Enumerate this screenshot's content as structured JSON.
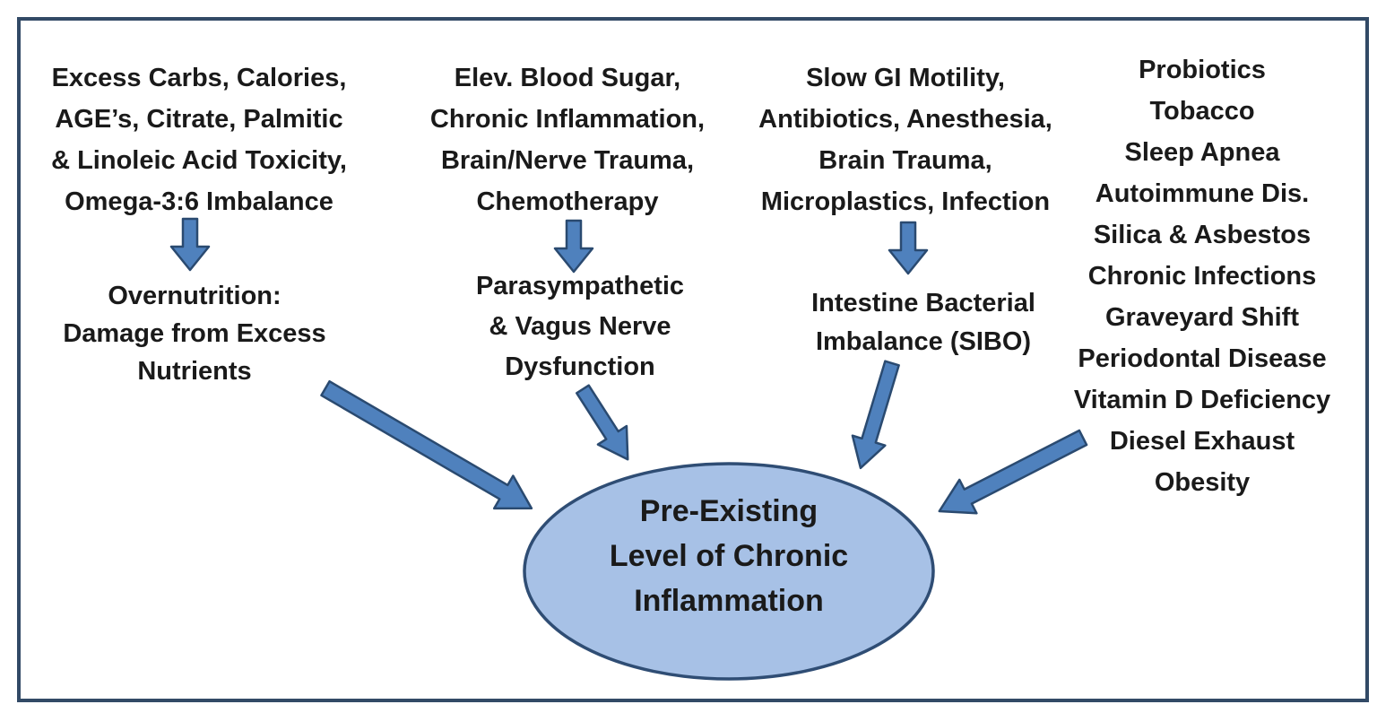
{
  "colors": {
    "arrow_fill": "#4f81bd",
    "arrow_stroke": "#2a4a70",
    "ellipse_fill": "#a7c1e6",
    "ellipse_stroke": "#2f4d74",
    "frame_border": "#324a66",
    "text": "#1a1a1a"
  },
  "causes": {
    "col1": {
      "top": [
        "Excess Carbs, Calories,",
        "AGE’s, Citrate, Palmitic",
        "& Linoleic Acid Toxicity,",
        "Omega-3:6 Imbalance"
      ],
      "bottom": [
        "Overnutrition:",
        "Damage from Excess",
        "Nutrients"
      ]
    },
    "col2": {
      "top": [
        "Elev. Blood Sugar,",
        "Chronic Inflammation,",
        "Brain/Nerve Trauma,",
        "Chemotherapy"
      ],
      "bottom": [
        "Parasympathetic",
        "& Vagus Nerve",
        "Dysfunction"
      ]
    },
    "col3": {
      "top": [
        "Slow GI Motility,",
        "Antibiotics, Anesthesia,",
        "Brain Trauma,",
        "Microplastics, Infection"
      ],
      "bottom": [
        "Intestine Bacterial",
        "Imbalance (SIBO)"
      ]
    },
    "col4": [
      "Probiotics",
      "Tobacco",
      "Sleep Apnea",
      "Autoimmune Dis.",
      "Silica & Asbestos",
      "Chronic Infections",
      "Graveyard Shift",
      "Periodontal Disease",
      "Vitamin D Deficiency",
      "Diesel Exhaust",
      "Obesity"
    ]
  },
  "center": {
    "lines": [
      "Pre-Existing",
      "Level of Chronic",
      "Inflammation"
    ]
  }
}
